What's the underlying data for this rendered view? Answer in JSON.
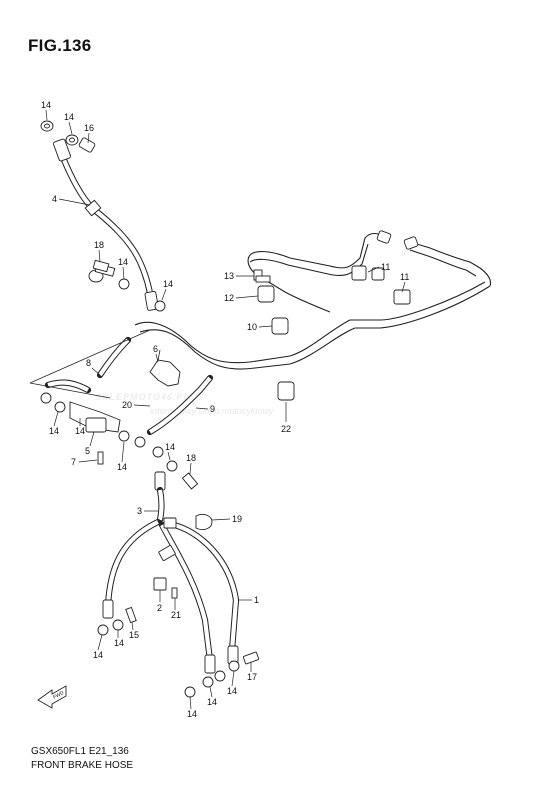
{
  "figure": {
    "title": "FIG.136"
  },
  "callouts": [
    {
      "id": "c-14a",
      "label": "14"
    },
    {
      "id": "c-14b",
      "label": "14"
    },
    {
      "id": "c-16",
      "label": "16"
    },
    {
      "id": "c-4",
      "label": "4"
    },
    {
      "id": "c-18a",
      "label": "18"
    },
    {
      "id": "c-14c",
      "label": "14"
    },
    {
      "id": "c-14d",
      "label": "14"
    },
    {
      "id": "c-13",
      "label": "13"
    },
    {
      "id": "c-11a",
      "label": "11"
    },
    {
      "id": "c-11b",
      "label": "11"
    },
    {
      "id": "c-12",
      "label": "12"
    },
    {
      "id": "c-10",
      "label": "10"
    },
    {
      "id": "c-6",
      "label": "6"
    },
    {
      "id": "c-8",
      "label": "8"
    },
    {
      "id": "c-20",
      "label": "20"
    },
    {
      "id": "c-9",
      "label": "9"
    },
    {
      "id": "c-22",
      "label": "22"
    },
    {
      "id": "c-14e",
      "label": "14"
    },
    {
      "id": "c-14f",
      "label": "14"
    },
    {
      "id": "c-5",
      "label": "5"
    },
    {
      "id": "c-7",
      "label": "7"
    },
    {
      "id": "c-14g",
      "label": "14"
    },
    {
      "id": "c-14h",
      "label": "14"
    },
    {
      "id": "c-18b",
      "label": "18"
    },
    {
      "id": "c-3",
      "label": "3"
    },
    {
      "id": "c-19",
      "label": "19"
    },
    {
      "id": "c-1",
      "label": "1"
    },
    {
      "id": "c-2",
      "label": "2"
    },
    {
      "id": "c-21",
      "label": "21"
    },
    {
      "id": "c-15",
      "label": "15"
    },
    {
      "id": "c-14i",
      "label": "14"
    },
    {
      "id": "c-14j",
      "label": "14"
    },
    {
      "id": "c-17",
      "label": "17"
    },
    {
      "id": "c-14k",
      "label": "14"
    },
    {
      "id": "c-14l",
      "label": "14"
    },
    {
      "id": "c-14m",
      "label": "14"
    }
  ],
  "watermark": {
    "logo": "SKLEPMOTO46.PL",
    "tagline": "internetowy sklep motocyklowy"
  },
  "fwd_arrow": {
    "label": "FWD"
  },
  "footer": {
    "model": "GSX650FL1 E21_136",
    "caption": "FRONT BRAKE HOSE"
  }
}
